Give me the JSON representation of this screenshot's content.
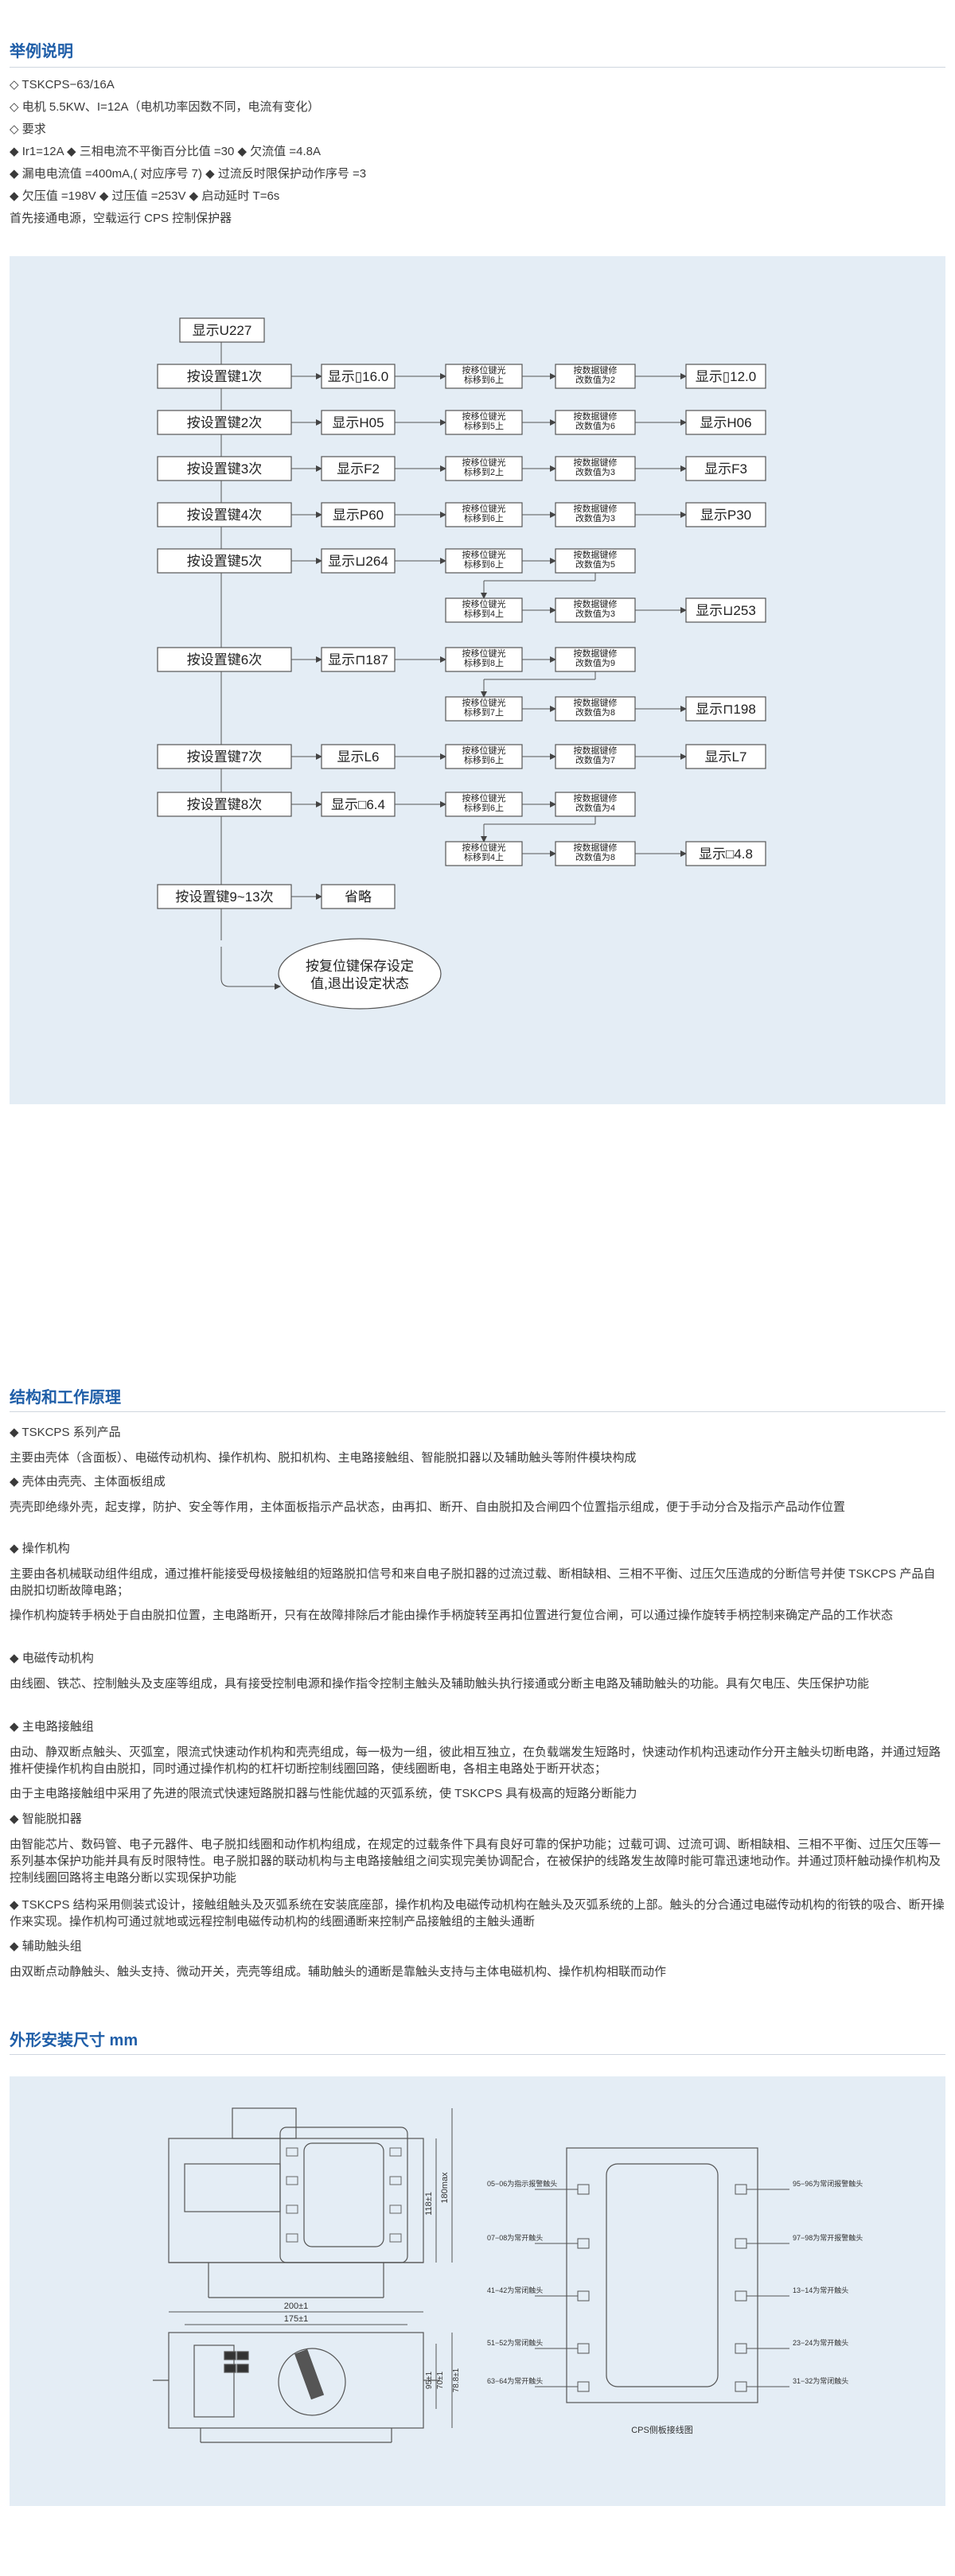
{
  "example": {
    "title": "举例说明",
    "lines": [
      "◇ TSKCPS−63/16A",
      "◇ 电机 5.5KW、I=12A（电机功率因数不同，电流有变化）",
      "◇ 要求",
      "◆ Ir1=12A  ◆ 三相电流不平衡百分比值 =30   ◆ 欠流值 =4.8A",
      "◆ 漏电电流值 =400mA,( 对应序号 7)   ◆ 过流反时限保护动作序号 =3",
      "◆ 欠压值 =198V    ◆ 过压值 =253V   ◆ 启动延时 T=6s",
      "首先接通电源，空载运行 CPS 控制保护器"
    ]
  },
  "flow": {
    "start": "显示U227",
    "steps": [
      {
        "press": "按设置键1次",
        "show": "显示▯16.0",
        "move": "按移位键光标移到6上",
        "change": "按数据键修改数值为2",
        "result": "显示▯12.0"
      },
      {
        "press": "按设置键2次",
        "show": "显示H05",
        "move": "按移位键光标移到5上",
        "change": "按数据键修改数值为6",
        "result": "显示H06"
      },
      {
        "press": "按设置键3次",
        "show": "显示F2",
        "move": "按移位键光标移到2上",
        "change": "按数据键修改数值为3",
        "result": "显示F3"
      },
      {
        "press": "按设置键4次",
        "show": "显示P60",
        "move": "按移位键光标移到6上",
        "change": "按数据键修改数值为3",
        "result": "显示P30"
      },
      {
        "press": "按设置键5次",
        "show": "显示⊔264",
        "move": "按移位键光标移到6上",
        "change": "按数据键修改数值为5",
        "move2": "按移位键光标移到4上",
        "change2": "按数据键修改数值为3",
        "result": "显示⊔253"
      },
      {
        "press": "按设置键6次",
        "show": "显示⊓187",
        "move": "按移位键光标移到8上",
        "change": "按数据键修改数值为9",
        "move2": "按移位键光标移到7上",
        "change2": "按数据键修改数值为8",
        "result": "显示⊓198"
      },
      {
        "press": "按设置键7次",
        "show": "显示L6",
        "move": "按移位键光标移到6上",
        "change": "按数据键修改数值为7",
        "result": "显示L7"
      },
      {
        "press": "按设置键8次",
        "show": "显示□6.4",
        "move": "按移位键光标移到6上",
        "change": "按数据键修改数值为4",
        "move2": "按移位键光标移到4上",
        "change2": "按数据键修改数值为8",
        "result": "显示□4.8"
      }
    ],
    "last_press": "按设置键9~13次",
    "omit": "省略",
    "end_line1": "按复位键保存设定",
    "end_line2": "值,退出设定状态"
  },
  "structure": {
    "title": "结构和工作原理",
    "paras": [
      "◆ TSKCPS 系列产品",
      "主要由壳体（含面板）、电磁传动机构、操作机构、脱扣机构、主电路接触组、智能脱扣器以及辅助触头等附件模块构成",
      "◆ 壳体由壳壳、主体面板组成",
      "壳壳即绝缘外壳，起支撑，防护、安全等作用，主体面板指示产品状态，由再扣、断开、自由脱扣及合闸四个位置指示组成，便于手动分合及指示产品动作位置",
      "◆ 操作机构",
      "主要由各机械联动组件组成，通过推杆能接受母极接触组的短路脱扣信号和来自电子脱扣器的过流过载、断相缺相、三相不平衡、过压欠压造成的分断信号并使 TSKCPS 产品自由脱扣切断故障电路；",
      "操作机构旋转手柄处于自由脱扣位置，主电路断开，只有在故障排除后才能由操作手柄旋转至再扣位置进行复位合闸，可以通过操作旋转手柄控制来确定产品的工作状态",
      "◆ 电磁传动机构",
      "由线圈、铁芯、控制触头及支座等组成，具有接受控制电源和操作指令控制主触头及辅助触头执行接通或分断主电路及辅助触头的功能。具有欠电压、失压保护功能",
      "◆ 主电路接触组",
      "由动、静双断点触头、灭弧室，限流式快速动作机构和壳壳组成，每一极为一组，彼此相互独立，在负载端发生短路时，快速动作机构迅速动作分开主触头切断电路，并通过短路推杆使操作机构自由脱扣，同时通过操作机构的杠杆切断控制线圈回路，使线圈断电，各相主电路处于断开状态；",
      "由于主电路接触组中采用了先进的限流式快速短路脱扣器与性能优越的灭弧系统，使 TSKCPS 具有极高的短路分断能力",
      "◆ 智能脱扣器",
      "由智能芯片、数码管、电子元器件、电子脱扣线圈和动作机构组成，在规定的过载条件下具有良好可靠的保护功能；过载可调、过流可调、断相缺相、三相不平衡、过压欠压等一系列基本保护功能并具有反时限特性。电子脱扣器的联动机构与主电路接触组之间实现完美协调配合，在被保护的线路发生故障时能可靠迅速地动作。并通过顶杆触动操作机构及控制线圈回路将主电路分断以实现保护功能",
      "◆ TSKCPS 结构采用侧装式设计，接触组触头及灭弧系统在安装底座部，操作机构及电磁传动机构在触头及灭弧系统的上部。触头的分合通过电磁传动机构的衔铁的吸合、断开操作来实现。操作机构可通过就地或远程控制电磁传动机构的线圈通断来控制产品接触组的主触头通断",
      "◆ 辅助触头组",
      "由双断点动静触头、触头支持、微动开关，壳壳等组成。辅助触头的通断是靠触头支持与主体电磁机构、操作机构相联而动作"
    ]
  },
  "dims": {
    "title": "外形安装尺寸 mm",
    "d_200": "200±1",
    "d_175": "175±1",
    "d_118": "118±1",
    "d_180": "180max",
    "d_95": "95±1",
    "d_70": "70±1",
    "d_78": "78.8±1",
    "caption": "CPS侧板接线图",
    "left_labels": [
      "05−06为指示报警触头",
      "07−08为常开触头",
      "41−42为常闭触头",
      "51−52为常闭触头",
      "63−64为常开触头"
    ],
    "right_labels": [
      "95−96为常闭报警触头",
      "97−98为常开报警触头",
      "13−14为常开触头",
      "23−24为常开触头",
      "31−32为常闭触头"
    ]
  }
}
